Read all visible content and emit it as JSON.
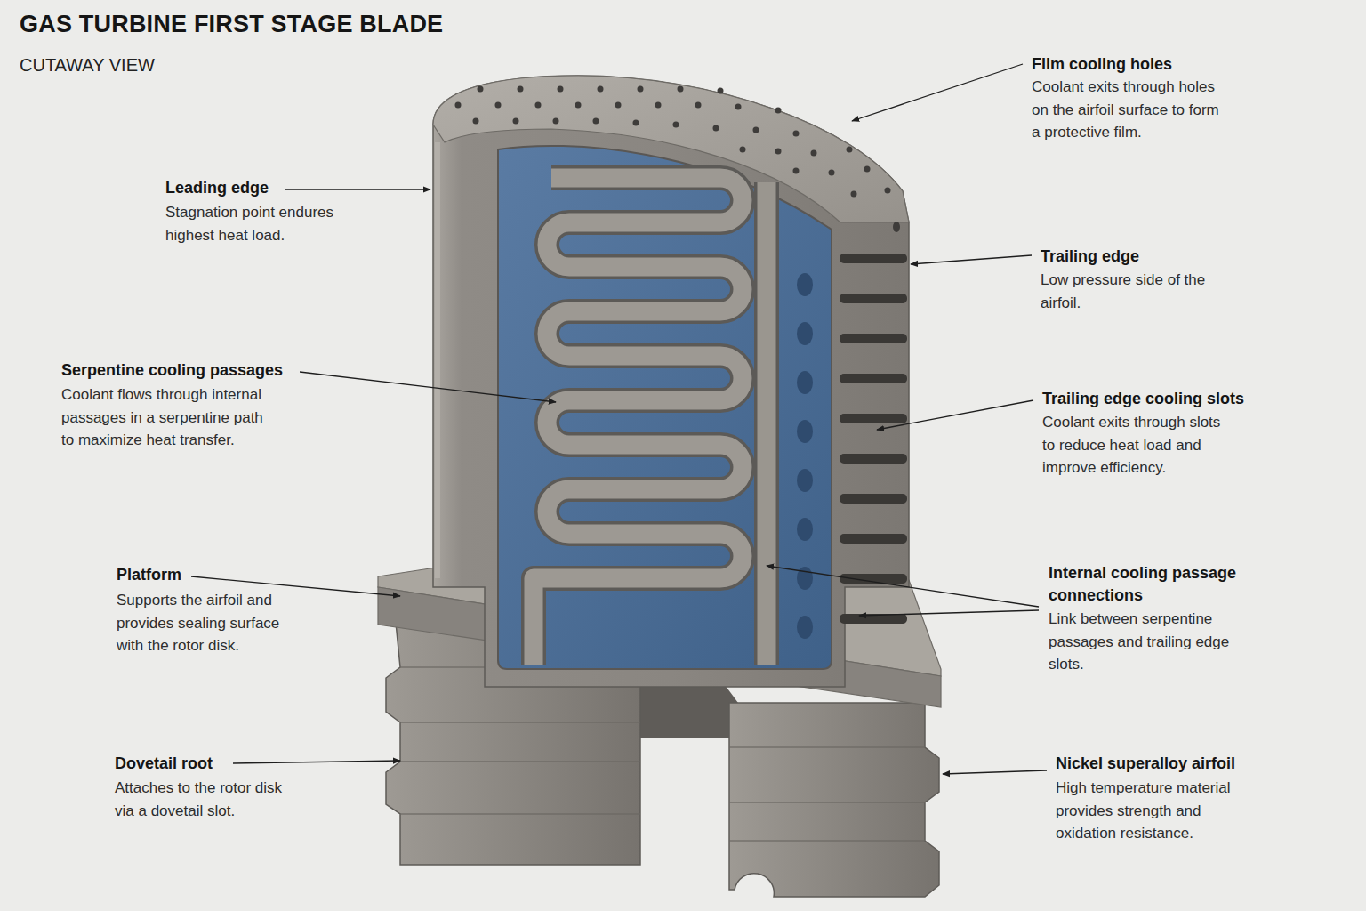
{
  "diagram": {
    "title": "GAS TURBINE FIRST STAGE BLADE",
    "labels": [
      "CUTAWAY VIEW",
      "Leading edge",
      "Stagnation point endures highest heat load.",
      "Film cooling holes",
      "Coolant exits through holes on the airfoil surface to form a protective film.",
      "Trailing edge",
      "Low pressure side of the airfoil.",
      "Serpentine cooling passages",
      "Coolant flows through internal passages in a serpentine path to maximize heat transfer.",
      "Trailing edge cooling slots",
      "Coolant exits through slots to reduce heat load and improve efficiency.",
      "Platform",
      "Supports the airfoil and provides sealing surface with the rotor disk.",
      "Internal cooling passage connections",
      "Link between serpentine passages and trailing edge slots.",
      "Dovetail root",
      "Attaches to the rotor disk via a dovetail slot.",
      "Nickel superalloy airfoil",
      "High temperature material provides strength and oxidation resistance."
    ]
  }
}
